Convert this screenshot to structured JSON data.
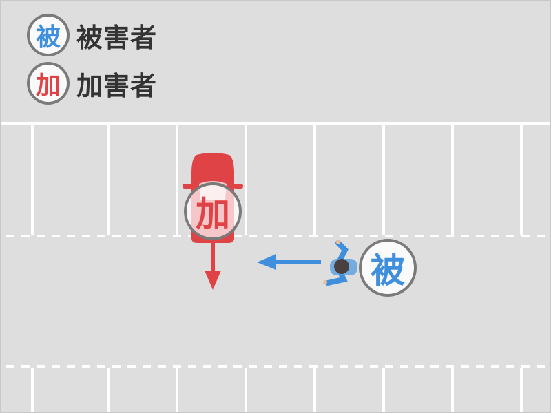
{
  "legend": [
    {
      "glyph": "被",
      "label": "被害者",
      "color": "#3f8fdc"
    },
    {
      "glyph": "加",
      "label": "加害者",
      "color": "#e04346"
    }
  ],
  "markers": {
    "car_glyph": "加",
    "pedestrian_glyph": "被"
  }
}
